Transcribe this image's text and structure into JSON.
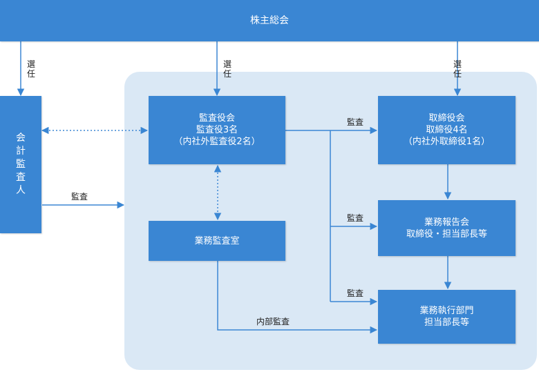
{
  "colors": {
    "box": "#3a86d3",
    "group_background": "#dae8f5",
    "line": "#3a86d3",
    "text_dark": "#222222",
    "text_light": "#ffffff"
  },
  "boxes": {
    "shareholders_meeting": "株主総会",
    "accounting_auditor": [
      "会",
      "計",
      "監",
      "査",
      "人"
    ],
    "audit_board": [
      "監査役会",
      "監査役3名",
      "（内社外監査役2名）"
    ],
    "board_of_directors": [
      "取締役会",
      "取締役4名",
      "（内社外取締役1名）"
    ],
    "business_report_meeting": [
      "業務報告会",
      "取締役・担当部長等"
    ],
    "internal_audit_office": "業務監査室",
    "business_departments": [
      "業務執行部門",
      "担当部長等"
    ]
  },
  "labels": {
    "elect_auditor": [
      "選",
      "任"
    ],
    "elect_board": [
      "選",
      "任"
    ],
    "elect_directors": [
      "選",
      "任"
    ],
    "audit_external": "監査",
    "audit_to_board": "監査",
    "audit_to_report": "監査",
    "audit_to_departments": "監査",
    "internal_audit": "内部監査"
  }
}
